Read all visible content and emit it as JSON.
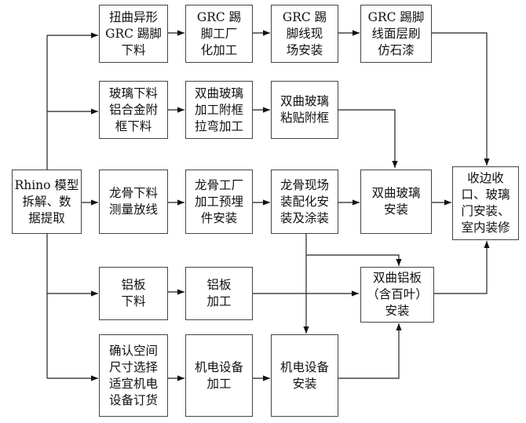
{
  "nodes": {
    "rhino": {
      "label": "Rhino 模型\n拆解、数\n据提取"
    },
    "grc_cut": {
      "label": "扭曲异形\nGRC 踢脚\n下料"
    },
    "grc_fab": {
      "label": "GRC 踢\n脚工厂\n化加工"
    },
    "grc_install": {
      "label": "GRC 踢\n脚线现\n场安装"
    },
    "grc_paint": {
      "label": "GRC 踢脚\n线面层刷\n仿石漆"
    },
    "glass_cut": {
      "label": "玻璃下料\n铝合金附\n框下料"
    },
    "glass_frame": {
      "label": "双曲玻璃\n加工附框\n拉弯加工"
    },
    "glass_bond": {
      "label": "双曲玻璃\n粘贴附框"
    },
    "keel_cut": {
      "label": "龙骨下料\n测量放线"
    },
    "keel_fab": {
      "label": "龙骨工厂\n加工预埋\n件安装"
    },
    "keel_site": {
      "label": "龙骨现场\n装配化安\n装及涂装"
    },
    "glass_install": {
      "label": "双曲玻璃\n安装"
    },
    "finish": {
      "label": "收边收\n口、玻璃\n门安装、\n室内装修"
    },
    "al_cut": {
      "label": "铝板\n下料"
    },
    "al_fab": {
      "label": "铝板\n加工"
    },
    "al_install": {
      "label": "双曲铝板\n（含百叶）\n安装"
    },
    "mep_confirm": {
      "label": "确认空间\n尺寸选择\n适宜机电\n设备订货"
    },
    "mep_fab": {
      "label": "机电设备\n加工"
    },
    "mep_install": {
      "label": "机电设备\n安装"
    }
  }
}
